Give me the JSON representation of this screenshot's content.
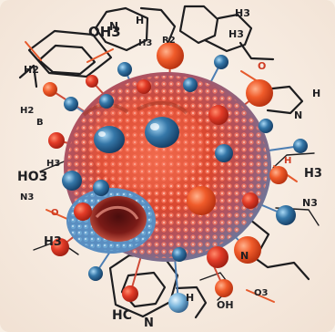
{
  "image": {
    "labels": {
      "oh3": "OH3",
      "h3_top": "H3",
      "h3_top_mid": "H3",
      "h2_left_top": "H2",
      "h2_left": "H2",
      "h3_right_top": "H3",
      "n_right": "N",
      "h_right": "H",
      "h3_right": "H3",
      "ho3": "HO3",
      "n3_left": "N3",
      "h3_left": "H3",
      "h3_left_bottom": "H3",
      "n3_right": "N3",
      "h_bottom": "H",
      "oh_bottom": "OH",
      "hc_bottom": "HC",
      "n_bottom": "N",
      "o3_bottom": "O3",
      "n_mid_bottom": "N",
      "h_mid_top": "H",
      "o_top": "O",
      "b_left": "B",
      "n_top": "N",
      "r2_top": "R2",
      "o_red_left": "O",
      "h_red_right": "H"
    },
    "colors": {
      "background": "#f8efe4",
      "sphere_red": "#e23b27",
      "sphere_blue": "#3577a8",
      "sphere_orange": "#f05b2a",
      "sphere_light_blue": "#79b5dc",
      "ink": "#1d1d1f"
    }
  }
}
